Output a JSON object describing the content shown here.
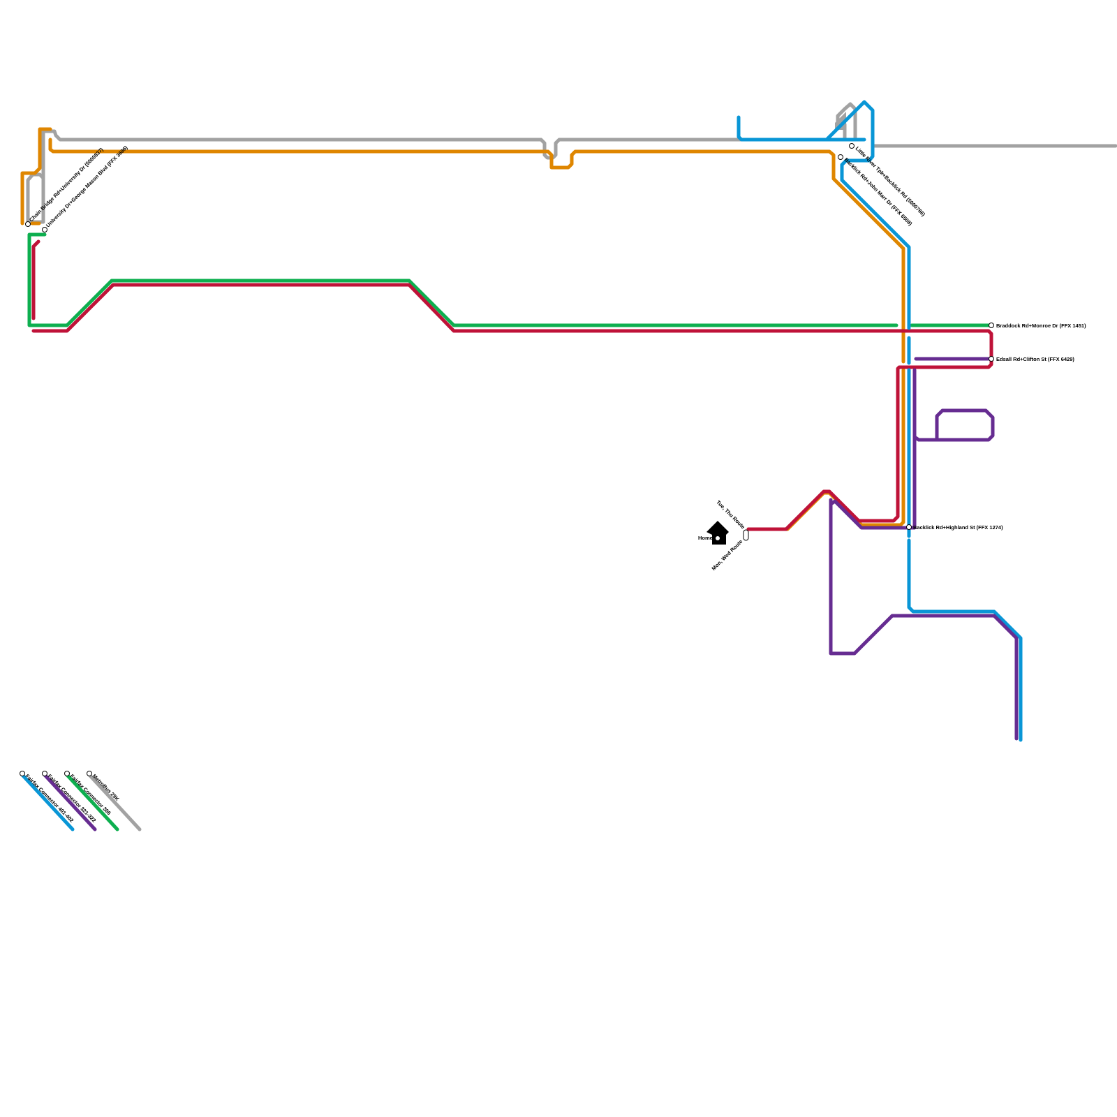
{
  "map": {
    "title": "Bus route map",
    "routes": [
      {
        "id": "fc401",
        "name": "Fairfax Connector 401-402",
        "color": "#0996d6"
      },
      {
        "id": "fc321",
        "name": "Fairfax Connector 321-322",
        "color": "#662c91"
      },
      {
        "id": "fc306",
        "name": "Fairfax Connector 306",
        "color": "#0daf4f"
      },
      {
        "id": "mb29k",
        "name": "MetroBus 29K",
        "color": "#a2a2a2"
      },
      {
        "id": "tuethu",
        "name": "Tue, Thu Route",
        "color": "#bf1238"
      },
      {
        "id": "monwed",
        "name": "Mon, Wed Route",
        "color": "#df8600"
      }
    ],
    "stations": [
      {
        "id": "s1",
        "label": "Chain Bridge Rd+University Dr (5000837)"
      },
      {
        "id": "s2",
        "label": "University Dr+George Mason Blvd (FFX 3696)"
      },
      {
        "id": "s3",
        "label": "Little River Tpk+Backlick Rd (5000766)"
      },
      {
        "id": "s4",
        "label": "Backlick Rd+John Marr Dr (FFX 6508)"
      },
      {
        "id": "s5",
        "label": "Braddock Rd+Monroe Dr (FFX 1451)"
      },
      {
        "id": "s6",
        "label": "Edsall Rd+Clifton St (FFX 6429)"
      },
      {
        "id": "s7",
        "label": "Backlick Rd+Highland St (FFX 1274)"
      },
      {
        "id": "home",
        "label": "Home"
      }
    ],
    "terminal_labels": {
      "upper": "Tue, Thu Route",
      "lower": "Mon, Wed Route"
    },
    "legend": [
      {
        "label": "Fairfax Connector 401-402",
        "color": "#0996d6"
      },
      {
        "label": "Fairfax Connector 321-322",
        "color": "#662c91"
      },
      {
        "label": "Fairfax Connector 306",
        "color": "#0daf4f"
      },
      {
        "label": "MetroBus 29K",
        "color": "#a2a2a2"
      }
    ]
  }
}
